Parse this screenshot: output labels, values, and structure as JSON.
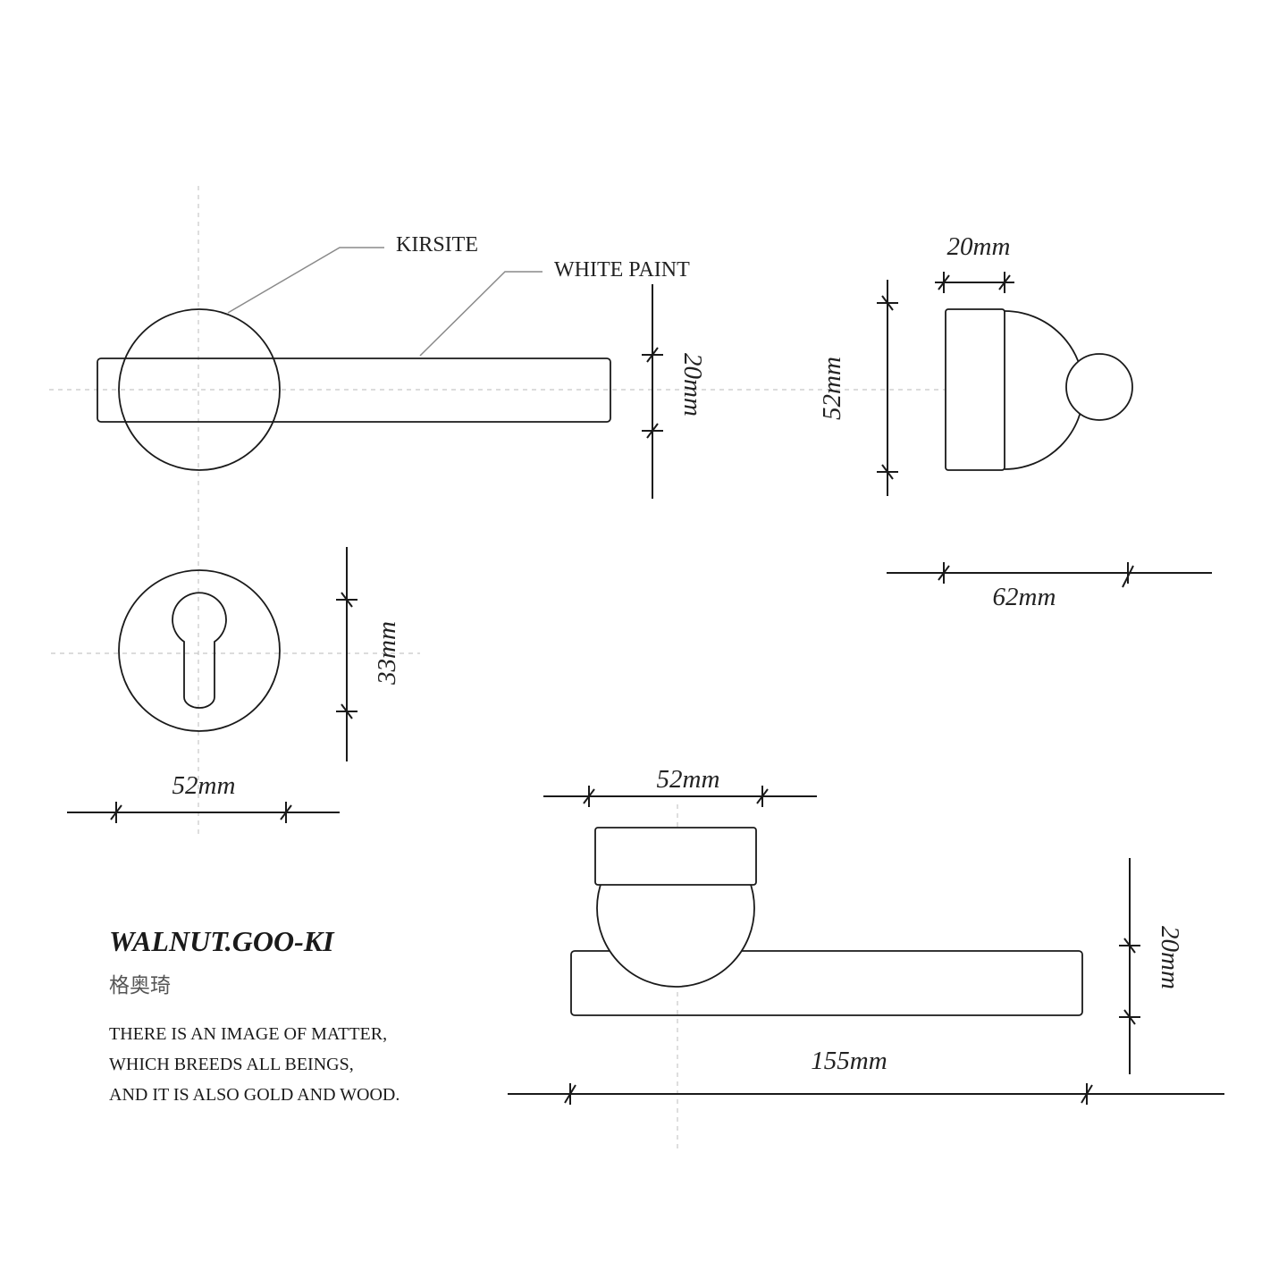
{
  "labels": {
    "material_1": "KIRSITE",
    "material_2": "WHITE PAINT"
  },
  "dimensions": {
    "lever_thickness_front": "20mm",
    "rose_width_side": "20mm",
    "rose_height_side": "52mm",
    "projection_side": "62mm",
    "keyhole_height": "33mm",
    "escutcheon_diameter": "52mm",
    "rose_diameter_top": "52mm",
    "lever_thickness_top": "20mm",
    "lever_length": "155mm"
  },
  "brand": {
    "name": "WALNUT.GOO-KI",
    "name_cn": "格奥琦",
    "tagline": [
      "THERE IS AN IMAGE OF MATTER,",
      "WHICH BREEDS ALL BEINGS,",
      "AND IT IS ALSO GOLD AND WOOD."
    ]
  }
}
